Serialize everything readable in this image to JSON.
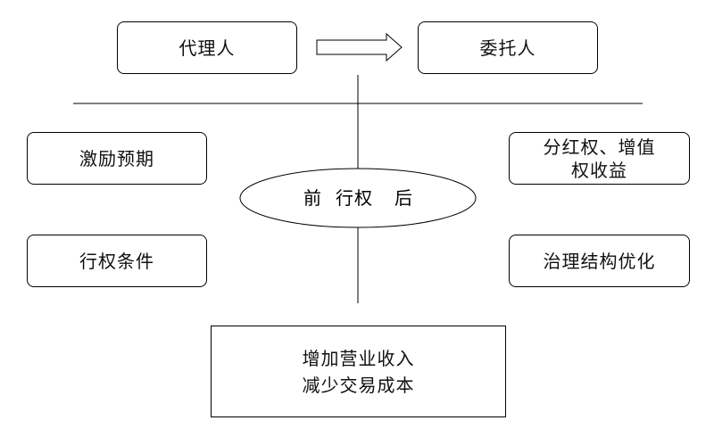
{
  "nodes": {
    "agent": "代理人",
    "principal": "委托人",
    "incentive_expectation": "激励预期",
    "exercise_conditions": "行权条件",
    "dividend_line1": "分红权、增值",
    "dividend_line2": "权收益",
    "governance_optimization": "治理结构优化",
    "center_before": "前",
    "center_exercise": "行权",
    "center_after": "后",
    "result_line1": "增加营业收入",
    "result_line2": "减少交易成本"
  }
}
